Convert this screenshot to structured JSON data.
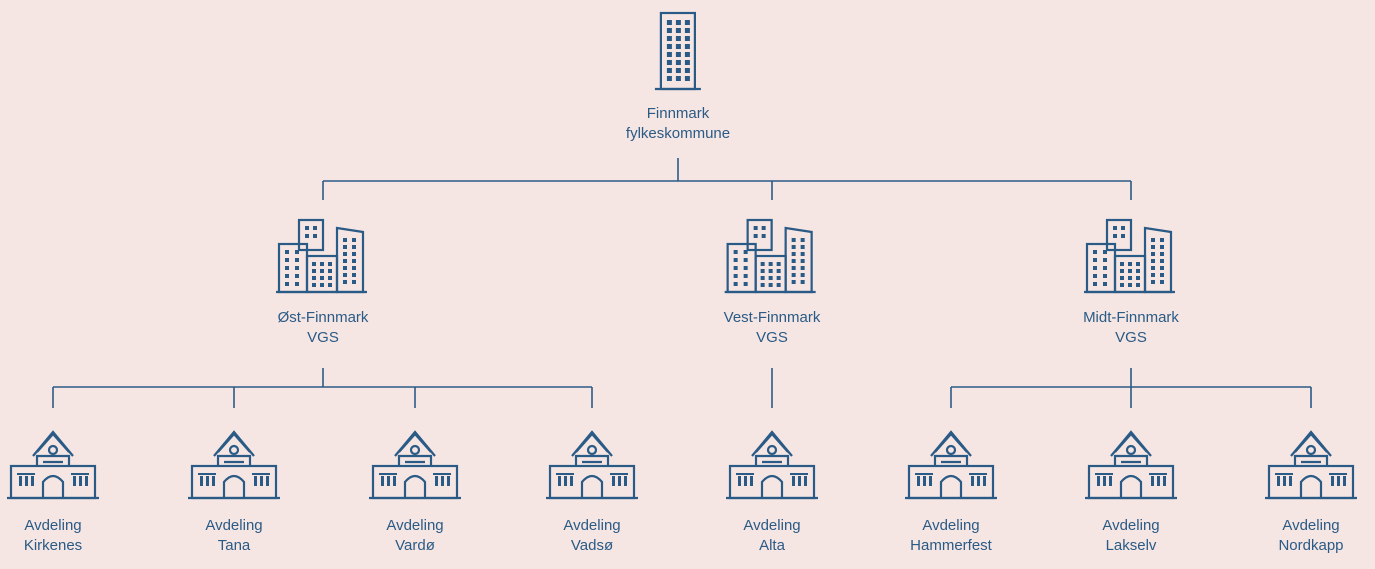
{
  "background": "#f5e6e3",
  "accent": "#2a5a86",
  "root": {
    "icon": "office-tower-icon",
    "line1": "Finnmark",
    "line2": "fylkeskommune"
  },
  "schools": [
    {
      "icon": "building-cluster-icon",
      "line1": "Øst-Finnmark",
      "line2": "VGS"
    },
    {
      "icon": "building-cluster-icon",
      "line1": "Vest-Finnmark",
      "line2": "VGS"
    },
    {
      "icon": "building-cluster-icon",
      "line1": "Midt-Finnmark",
      "line2": "VGS"
    }
  ],
  "departments": [
    {
      "icon": "school-building-icon",
      "line1": "Avdeling",
      "line2": "Kirkenes"
    },
    {
      "icon": "school-building-icon",
      "line1": "Avdeling",
      "line2": "Tana"
    },
    {
      "icon": "school-building-icon",
      "line1": "Avdeling",
      "line2": "Vardø"
    },
    {
      "icon": "school-building-icon",
      "line1": "Avdeling",
      "line2": "Vadsø"
    },
    {
      "icon": "school-building-icon",
      "line1": "Avdeling",
      "line2": "Alta"
    },
    {
      "icon": "school-building-icon",
      "line1": "Avdeling",
      "line2": "Hammerfest"
    },
    {
      "icon": "school-building-icon",
      "line1": "Avdeling",
      "line2": "Lakselv"
    },
    {
      "icon": "school-building-icon",
      "line1": "Avdeling",
      "line2": "Nordkapp"
    }
  ]
}
